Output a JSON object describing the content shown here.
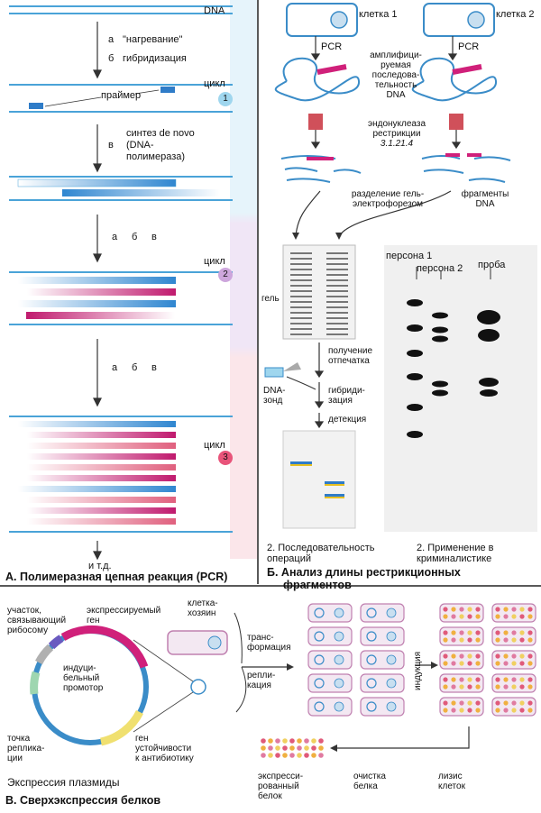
{
  "pcr": {
    "dna": "DNA",
    "step_a": "а",
    "step_a_text": "\"нагревание\"",
    "step_b": "б",
    "step_b_text": "гибридизация",
    "primer": "праймер",
    "step_v": "в",
    "step_v_text_1": "синтез de novo",
    "step_v_text_2": "(DNA-",
    "step_v_text_3": "полимераза)",
    "abv": [
      "а",
      "б",
      "в"
    ],
    "cycle_label": "цикл",
    "cycles": [
      "1",
      "2",
      "3"
    ],
    "etc": "и т.д.",
    "title": "А. Полимеразная цепная реакция (PCR)"
  },
  "rflp": {
    "cell1": "клетка 1",
    "cell2": "клетка 2",
    "pcr": "PCR",
    "amplified": [
      "амплифици-",
      "руемая",
      "последова-",
      "тельность",
      "DNA"
    ],
    "endonuclease": [
      "эндонуклеаза",
      "рестрикции"
    ],
    "enzyme_code": "3.1.21.4",
    "gel_sep": [
      "разделение гель-",
      "электрофорезом"
    ],
    "fragments": [
      "фрагменты",
      "DNA"
    ],
    "gel": "гель",
    "imprint": [
      "получение",
      "отпечатка"
    ],
    "probe": [
      "DNA-",
      "зонд"
    ],
    "hybrid": [
      "гибриди-",
      "зация"
    ],
    "detection": "детекция",
    "person1": "персона 1",
    "person2": "персона 2",
    "sample": "проба",
    "caption1": [
      "2. Последовательность",
      "операций"
    ],
    "caption2": [
      "2. Применение в",
      "криминалистике"
    ],
    "title": [
      "Б. Анализ длины рестрикционных",
      "фрагментов"
    ]
  },
  "overexpression": {
    "ribosome_site": [
      "участок,",
      "связывающий",
      "рибосому"
    ],
    "expressed_gene": [
      "экспрессируемый",
      "ген"
    ],
    "promoter": [
      "индуци-",
      "бельный",
      "промотор"
    ],
    "replication_point": [
      "точка",
      "реплика-",
      "ции"
    ],
    "resistance_gene": [
      "ген",
      "устойчивости",
      "к антибиотику"
    ],
    "host_cell": [
      "клетка-",
      "хозяин"
    ],
    "transformation": [
      "транс-",
      "формация"
    ],
    "replication": [
      "репли-",
      "кация"
    ],
    "induction": "индукция",
    "expressed_protein": [
      "экспресси-",
      "рованный",
      "белок"
    ],
    "purification": [
      "очистка",
      "белка"
    ],
    "lysis": [
      "лизис",
      "клеток"
    ],
    "plasmid_caption": "Экспрессия плазмиды",
    "title": "В. Сверхэкспрессия белков"
  },
  "colors": {
    "strand": "#4aa3d8",
    "primer": "#2f7cc8",
    "magenta": "#d0207a",
    "cycle1": "#9fd6ee",
    "cycle2": "#cda6dc",
    "cycle3": "#e8547a"
  }
}
